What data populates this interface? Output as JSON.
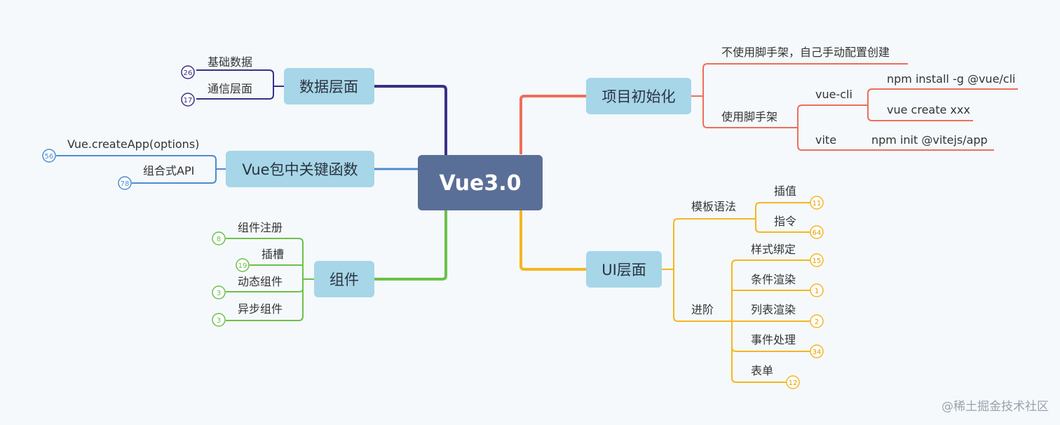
{
  "root": {
    "label": "Vue3.0"
  },
  "colors": {
    "root": "#5a6f97",
    "topic_fill": "#a6d6e8",
    "data_layer": "#3a3085",
    "package": "#4d8ccf",
    "component": "#6cc04a",
    "init": "#ee6f5a",
    "ui": "#f5b622"
  },
  "topics": {
    "data_layer": {
      "label": "数据层面",
      "items": [
        {
          "label": "基础数据",
          "badge": "26"
        },
        {
          "label": "通信层面",
          "badge": "17"
        }
      ]
    },
    "package": {
      "label": "Vue包中关键函数",
      "items": [
        {
          "label": "Vue.createApp(options)",
          "badge": "56"
        },
        {
          "label": "组合式API",
          "badge": "78"
        }
      ]
    },
    "component": {
      "label": "组件",
      "items": [
        {
          "label": "组件注册",
          "badge": "8"
        },
        {
          "label": "插槽",
          "badge": "19"
        },
        {
          "label": "动态组件",
          "badge": "3"
        },
        {
          "label": "异步组件",
          "badge": "3"
        }
      ]
    },
    "init": {
      "label": "项目初始化",
      "no_scaffold": "不使用脚手架，自己手动配置创建",
      "scaffold": {
        "label": "使用脚手架",
        "vue_cli": {
          "label": "vue-cli",
          "items": [
            "npm install -g @vue/cli",
            "vue create xxx"
          ]
        },
        "vite": {
          "label": "vite",
          "command": "npm init @vitejs/app"
        }
      }
    },
    "ui": {
      "label": "UI层面",
      "template_syntax": {
        "label": "模板语法",
        "items": [
          {
            "label": "插值",
            "badge": "11"
          },
          {
            "label": "指令",
            "badge": "64"
          }
        ]
      },
      "advanced": {
        "label": "进阶",
        "items": [
          {
            "label": "样式绑定",
            "badge": "15"
          },
          {
            "label": "条件渲染",
            "badge": "1"
          },
          {
            "label": "列表渲染",
            "badge": "2"
          },
          {
            "label": "事件处理",
            "badge": "34"
          },
          {
            "label": "表单",
            "badge": "12"
          }
        ]
      }
    }
  },
  "watermark": "@稀土掘金技术社区"
}
